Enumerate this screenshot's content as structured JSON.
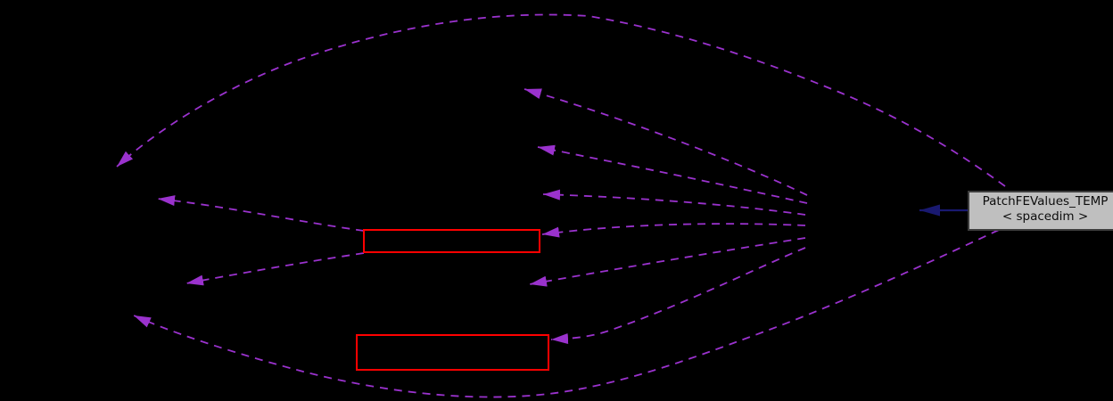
{
  "diagram": {
    "type": "collaboration-graph",
    "background_color": "#000000",
    "current_node": {
      "label_line1": "PatchFEValues_TEMP",
      "label_line2": "< spacedim >",
      "fill_color": "#bfbfbf",
      "border_color": "#3d3d3d",
      "text_color": "#0d0d0d"
    },
    "truncated_nodes": [
      {
        "name": "red-box-1",
        "border_color": "#ff0000"
      },
      {
        "name": "red-box-2",
        "border_color": "#ff0000"
      }
    ],
    "edges": {
      "usage": {
        "color": "#9a32cd",
        "style": "dashed",
        "count": 10
      },
      "inheritance": {
        "color": "#191970",
        "style": "solid",
        "count": 1
      }
    }
  }
}
